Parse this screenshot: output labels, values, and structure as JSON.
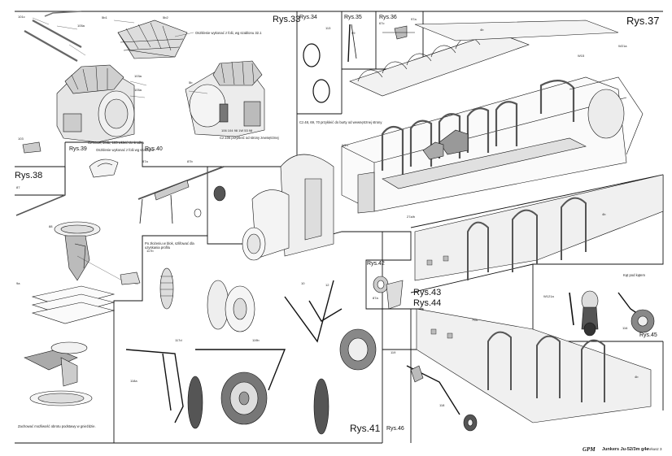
{
  "sheet": {
    "figures": {
      "rys33": "Rys.33",
      "rys34": "Rys.34",
      "rys35": "Rys.35",
      "rys36": "Rys.36",
      "rys37": "Rys.37",
      "rys38": "Rys.38",
      "rys39": "Rys.39",
      "rys40": "Rys.40",
      "rys41": "Rys.41",
      "rys42": "Rys.42",
      "rys43": "Rys.43",
      "rys44": "Rys.44",
      "rys45": "Rys.45",
      "rys46": "Rys.46"
    },
    "notes": {
      "canopy_note": "Oszklenie wykonać z folii, wg szablonu 32.1",
      "ring_note": "Cz.100a, 105b, 103 wkleić do środka",
      "panel_note": "Cz.106 przykleić od strony zewnętrznej",
      "side_note": "Cz.48, 69, 70 przykleić do burty od wewnętrznej strony",
      "rys39_note": "Oszklenie wykonać z folii wg szablonu",
      "glue_note": "Po złożeniu w blok, szlifować dla uzyskania profilu",
      "paint_note": "Zachować możliwość obrotu podstawy w gnieździe.",
      "wheel_note": "Kąt pod kątem"
    },
    "footer": {
      "brand": "GPM",
      "model": "Junkers Ju-52/3m g4e",
      "sheet": "Arkusz 3"
    }
  }
}
